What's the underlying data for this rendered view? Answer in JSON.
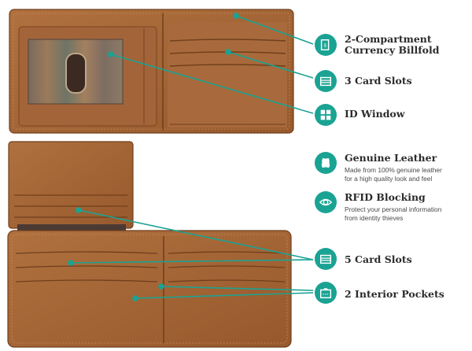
{
  "features": {
    "billfold": {
      "title": "2-Compartment\nCurrency Billfold",
      "icon": "billfold-icon"
    },
    "card_slots_3": {
      "title": "3 Card Slots",
      "icon": "card-slots-icon"
    },
    "id_window": {
      "title": "ID Window",
      "icon": "id-window-icon"
    },
    "leather": {
      "title": "Genuine Leather",
      "description": "Made from 100% genuine leather\nfor a high quality look and feel",
      "icon": "leather-hide-icon"
    },
    "rfid": {
      "title": "RFID Blocking",
      "description": "Protect your personal information\nfrom identity thieves",
      "icon": "eye-shield-icon"
    },
    "card_slots_5": {
      "title": "5 Card Slots",
      "icon": "card-slots-icon"
    },
    "interior_pockets": {
      "title": "2 Interior Pockets",
      "icon": "pocket-icon"
    }
  },
  "colors": {
    "accent": "#1aa393",
    "leather": "#a8683a",
    "leather_dark": "#8a5226",
    "text": "#2b2b2b"
  }
}
